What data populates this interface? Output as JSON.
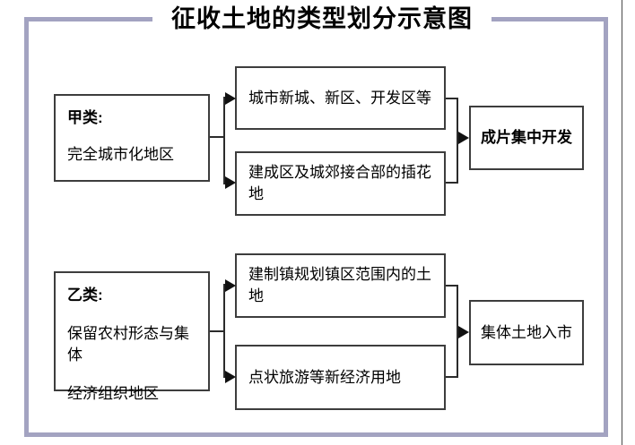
{
  "title": "征收土地的类型划分示意图",
  "colors": {
    "frame": "#a3a3c1",
    "box_border": "#3d3d3d",
    "connector": "#2b2b2b",
    "text": "#000000",
    "background": "#ffffff"
  },
  "class_a": {
    "heading": "甲类:",
    "description": "完全城市化地区",
    "branch1": "城市新城、新区、开发区等",
    "branch2": "建成区及城郊接合部的插花地",
    "result": "成片集中开发"
  },
  "class_b": {
    "heading": "乙类:",
    "description_line1": "保留农村形态与集体",
    "description_line2": "经济组织地区",
    "branch1": "建制镇规划镇区范围内的土地",
    "branch2": "点状旅游等新经济用地",
    "result": "集体土地入市"
  }
}
